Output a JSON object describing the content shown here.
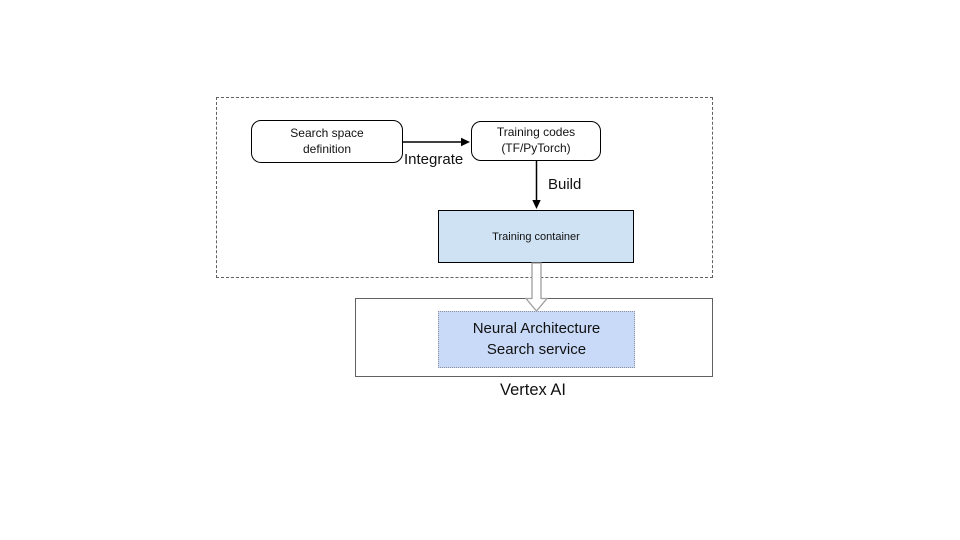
{
  "diagram": {
    "nodes": {
      "search_space": {
        "label": "Search space\ndefinition"
      },
      "training_codes": {
        "label": "Training codes\n(TF/PyTorch)"
      },
      "training_container": {
        "label": "Training container"
      },
      "nas_service": {
        "label": "Neural Architecture\nSearch service"
      }
    },
    "edge_labels": {
      "integrate": "Integrate",
      "build": "Build"
    },
    "platform_label": "Vertex AI",
    "colors": {
      "training_container_fill": "#cfe2f3",
      "nas_service_fill": "#c9daf8",
      "node_border": "#000000",
      "group_border": "#616161",
      "thin_arrow": "#000000",
      "thick_arrow_outline": "#9e9e9e",
      "thick_arrow_fill": "#ffffff"
    }
  }
}
